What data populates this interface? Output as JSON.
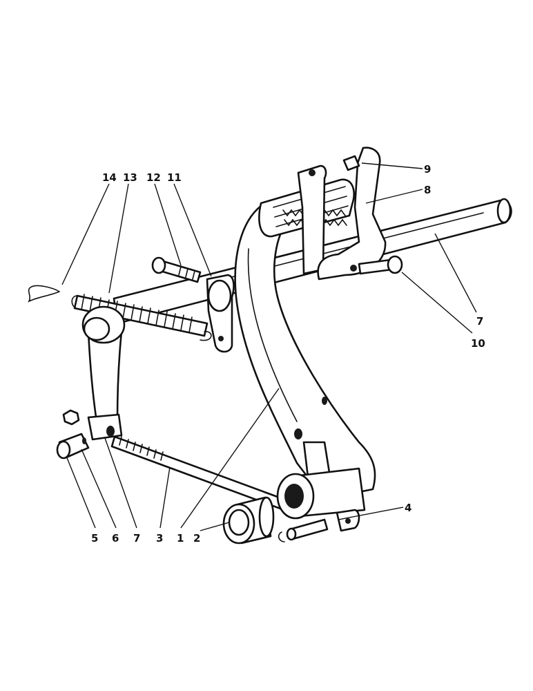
{
  "callouts": {
    "c1": "1",
    "c2": "2",
    "c3": "3",
    "c4": "4",
    "c5": "5",
    "c6": "6",
    "c7a": "7",
    "c7b": "7",
    "c8": "8",
    "c9": "9",
    "c10": "10",
    "c11": "11",
    "c12": "12",
    "c13": "13",
    "c14": "14"
  }
}
